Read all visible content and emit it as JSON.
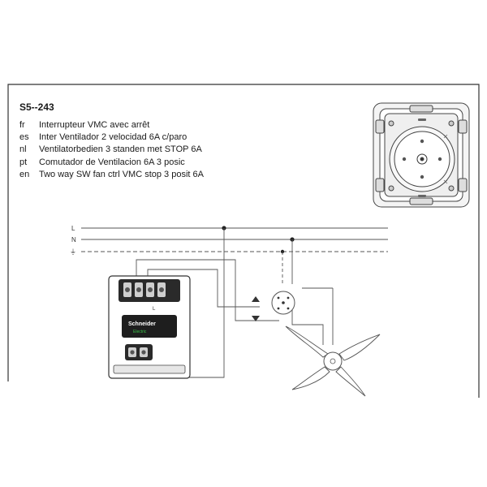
{
  "reference": "S5--243",
  "languages": [
    {
      "code": "fr",
      "text": "Interrupteur VMC avec arrêt"
    },
    {
      "code": "es",
      "text": "Inter Ventilador 2 velocidad 6A c/paro"
    },
    {
      "code": "nl",
      "text": "Ventilatorbedien 3 standen met STOP 6A"
    },
    {
      "code": "pt",
      "text": "Comutador de Ventilacion 6A 3 posic"
    },
    {
      "code": "en",
      "text": "Two way SW fan ctrl VMC stop 3 posit 6A"
    }
  ],
  "wiring": {
    "line_label": "L",
    "neutral_label": "N",
    "earth_label": "⏚"
  },
  "device": {
    "brand": "Schneider",
    "brand_sub": "Electric",
    "terminal_label": "L"
  },
  "icons": {
    "fan": "fan-icon",
    "up_arrow": "triangle-up-icon",
    "down_arrow": "triangle-down-icon"
  },
  "colors": {
    "line": "#555555",
    "frame": "#333333",
    "device_dark": "#2a2a2a"
  }
}
